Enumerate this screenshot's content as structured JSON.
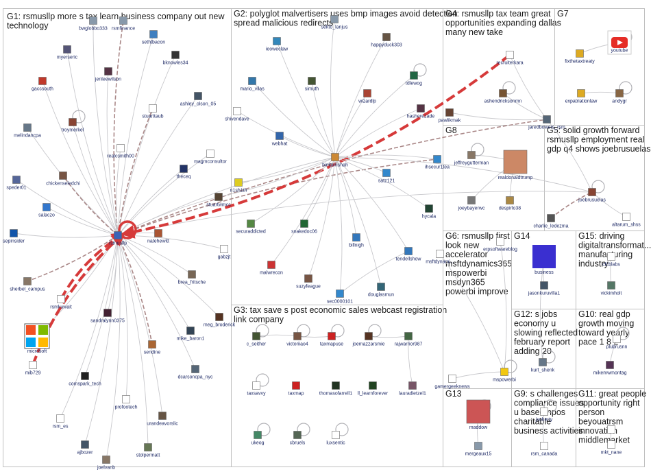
{
  "groups": [
    {
      "id": "G1",
      "title": [
        "G1: rsmusllp more s tax learn business company out new",
        "technology"
      ]
    },
    {
      "id": "G2",
      "title": [
        "G2: polyglot malvertisers uses bmp images avoid detection",
        "spread malicious redirects"
      ]
    },
    {
      "id": "G3",
      "title": [
        "G3: tax save s post economic sales webcast registration",
        "link company"
      ]
    },
    {
      "id": "G4",
      "title": [
        "G4: rsmusllp tax team great",
        "opportunities expanding dallas",
        "many new take"
      ]
    },
    {
      "id": "G5",
      "title": [
        "G5: solid growth forward",
        "rsmusllp employment real",
        "gdp q4 shows joebrusuelas"
      ]
    },
    {
      "id": "G6",
      "title": [
        "G6: rsmusllp first",
        "look new",
        "accelerator",
        "msftdynamics365",
        "mspowerbi",
        "msdyn365",
        "powerbi improve"
      ]
    },
    {
      "id": "G7",
      "title": [
        "G7"
      ]
    },
    {
      "id": "G8",
      "title": [
        "G8"
      ]
    },
    {
      "id": "G9",
      "title": [
        "G9: s challenges",
        "compliance issues",
        "u based npos",
        "charitable",
        "business activities"
      ]
    },
    {
      "id": "G10",
      "title": [
        "G10: real gdp",
        "growth moving",
        "toward yearly",
        "pace 1 8 2"
      ]
    },
    {
      "id": "G11",
      "title": [
        "G11: great people",
        "opportunity right",
        "person",
        "beyouatrsm",
        "innovation",
        "middlemarket"
      ]
    },
    {
      "id": "G12",
      "title": [
        "G12: s jobs",
        "economy u",
        "slowing reflected",
        "february report",
        "adding 20"
      ]
    },
    {
      "id": "G13",
      "title": [
        "G13"
      ]
    },
    {
      "id": "G14",
      "title": [
        "G14"
      ]
    },
    {
      "id": "G15",
      "title": [
        "G15: driving",
        "digitaltransformat...",
        "manufacturing",
        "industry"
      ]
    }
  ],
  "nodes": [
    {
      "id": "rsmusllp",
      "label": "rsmusllp",
      "color": "#3a63b8",
      "hub": true
    },
    {
      "id": "bwglobbo333",
      "label": "bwglobbo333",
      "color": "#8899aa"
    },
    {
      "id": "rsmfinance",
      "label": "rsmfinance",
      "color": "#8899aa"
    },
    {
      "id": "sethtbacon",
      "label": "sethtbacon",
      "color": "#3f7fbf"
    },
    {
      "id": "myerseric",
      "label": "myerseric",
      "color": "#555577"
    },
    {
      "id": "bknowles34",
      "label": "bknowles34",
      "color": "#333333"
    },
    {
      "id": "jenleewilson",
      "label": "jenleewilson",
      "color": "#553344"
    },
    {
      "id": "gaccsouth",
      "label": "gaccsouth",
      "color": "#c0392b"
    },
    {
      "id": "stuarttaub",
      "label": "stuarttaub",
      "color": "#ffffff"
    },
    {
      "id": "ashley_olson_05",
      "label": "ashley_olson_05",
      "color": "#445566"
    },
    {
      "id": "troymerkel",
      "label": "troymerkel",
      "color": "#884433"
    },
    {
      "id": "melindancpa",
      "label": "melindancpa",
      "color": "#667788"
    },
    {
      "id": "realcsmith00",
      "label": "realcsmith00",
      "color": "#ffffff"
    },
    {
      "id": "magmconsultor",
      "label": "magmconsultor",
      "color": "#ffffff"
    },
    {
      "id": "theceq",
      "label": "theceq",
      "color": "#223366"
    },
    {
      "id": "chickenseledchi",
      "label": "chickenseledchi",
      "color": "#775544"
    },
    {
      "id": "speder01",
      "label": "speder01",
      "color": "#556699"
    },
    {
      "id": "salaczo",
      "label": "salaczo",
      "color": "#3377cc"
    },
    {
      "id": "stuartwmcc",
      "label": "stuartwmcc",
      "color": "#554433"
    },
    {
      "id": "sepinsider",
      "label": "sepinsider",
      "color": "#1155aa"
    },
    {
      "id": "natehewitt",
      "label": "natehewitt",
      "color": "#aa5533"
    },
    {
      "id": "gabzjt",
      "label": "gabzjt",
      "color": "#ffffff"
    },
    {
      "id": "brea_fritsche",
      "label": "brea_fritsche",
      "color": "#776655"
    },
    {
      "id": "sherbel_campus",
      "label": "sherbel_campus",
      "color": "#887766"
    },
    {
      "id": "rsmkuwait",
      "label": "rsmkuwait",
      "color": "#ffffff"
    },
    {
      "id": "sandralynn0375",
      "label": "sandralynn0375",
      "color": "#442233"
    },
    {
      "id": "meg_broderick",
      "label": "meg_broderick",
      "color": "#553322"
    },
    {
      "id": "mike_baron1",
      "label": "mike_baron1",
      "color": "#334455"
    },
    {
      "id": "microsoft",
      "label": "microsoft",
      "color": "#ffffff",
      "logo": "microsoft"
    },
    {
      "id": "sendine",
      "label": "sendine",
      "color": "#aa6633"
    },
    {
      "id": "mib729",
      "label": "mib729",
      "color": "#ffffff"
    },
    {
      "id": "comspark_tech",
      "label": "comspark_tech",
      "color": "#222222"
    },
    {
      "id": "dcarsoncpa_nyc",
      "label": "dcarsoncpa_nyc",
      "color": "#556677"
    },
    {
      "id": "profootech",
      "label": "profootech",
      "color": "#ffffff"
    },
    {
      "id": "urandeavorslic",
      "label": "urandeavorslic",
      "color": "#665544"
    },
    {
      "id": "rsm_es",
      "label": "rsm_es",
      "color": "#ffffff"
    },
    {
      "id": "ajbozer",
      "label": "ajbozer",
      "color": "#445566"
    },
    {
      "id": "stolpermatt",
      "label": "stolpermatt",
      "color": "#667755"
    },
    {
      "id": "joelvanb",
      "label": "joelvanb",
      "color": "#887766"
    },
    {
      "id": "sekto_lanjus",
      "label": "sekto_lanjus",
      "color": "#8899aa"
    },
    {
      "id": "ieoweclaw",
      "label": "ieoweclaw",
      "color": "#3388bb"
    },
    {
      "id": "happyduck303",
      "label": "happyduck303",
      "color": "#665544"
    },
    {
      "id": "mario_vilas",
      "label": "mario_vilas",
      "color": "#3377aa"
    },
    {
      "id": "simuth",
      "label": "simuth",
      "color": "#445533"
    },
    {
      "id": "tdlewog",
      "label": "tdlewog",
      "color": "#226644"
    },
    {
      "id": "wizardlp",
      "label": "wizardlp",
      "color": "#aa4433"
    },
    {
      "id": "hasherezade",
      "label": "hasherezade",
      "color": "#553344"
    },
    {
      "id": "shivendave",
      "label": "shivendave",
      "color": "#ffffff"
    },
    {
      "id": "webhat",
      "label": "webhat",
      "color": "#3366aa"
    },
    {
      "id": "binitamshah",
      "label": "binitamshah",
      "color": "#cc8833"
    },
    {
      "id": "satz121",
      "label": "satz121",
      "color": "#3388cc"
    },
    {
      "id": "n1sh1th",
      "label": "n1sh1th",
      "color": "#ddcc22"
    },
    {
      "id": "securaddicted",
      "label": "securaddicted",
      "color": "#558844"
    },
    {
      "id": "snakedoc06",
      "label": "snakedoc06",
      "color": "#226633"
    },
    {
      "id": "hycala",
      "label": "hycala",
      "color": "#224433"
    },
    {
      "id": "billnigh",
      "label": "billnigh",
      "color": "#3377bb"
    },
    {
      "id": "tendellshow",
      "label": "tendellshow",
      "color": "#3377bb"
    },
    {
      "id": "malwrecon",
      "label": "malwrecon",
      "color": "#cc3333"
    },
    {
      "id": "suzyfeague",
      "label": "suzyfeague",
      "color": "#775544"
    },
    {
      "id": "douglasmun",
      "label": "douglasmun",
      "color": "#336677"
    },
    {
      "id": "sec0000101",
      "label": "sec0000101",
      "color": "#3388cc"
    },
    {
      "id": "recruiterkara",
      "label": "recruiterkara",
      "color": "#ffffff"
    },
    {
      "id": "ashendricksonmn",
      "label": "ashendricksonmn",
      "color": "#775533"
    },
    {
      "id": "pawlikmak",
      "label": "pawlikmak",
      "color": "#664433"
    },
    {
      "id": "jaredbowers_rsm",
      "label": "jaredbowers_rsm",
      "color": "#556677"
    },
    {
      "id": "fixthetaxtreaty",
      "label": "fixthetaxtreaty",
      "color": "#ddaa22"
    },
    {
      "id": "youtube",
      "label": "youtube",
      "color": "#ffffff",
      "logo": "youtube"
    },
    {
      "id": "expatriationlaw",
      "label": "expatriationlaw",
      "color": "#ddaa22"
    },
    {
      "id": "andygr",
      "label": "andygr",
      "color": "#886644"
    },
    {
      "id": "jeffreygutterman",
      "label": "jeffreygutterman",
      "color": "#887766"
    },
    {
      "id": "realdonaldtrump",
      "label": "realdonaldtrump",
      "color": "#cc8866",
      "big": true
    },
    {
      "id": "ihsecur1tea",
      "label": "ihsecur1tea",
      "color": "#3388cc"
    },
    {
      "id": "joeybayerwc",
      "label": "joeybayerwc",
      "color": "#777777"
    },
    {
      "id": "despirlo38",
      "label": "despirlo38",
      "color": "#aa8844"
    },
    {
      "id": "joebrusuelas",
      "label": "joebrusuelas",
      "color": "#884433"
    },
    {
      "id": "charlie_ledezma",
      "label": "charlie_ledezma",
      "color": "#555555"
    },
    {
      "id": "altarum_shss",
      "label": "altarum_shss",
      "color": "#ffffff"
    },
    {
      "id": "erpsoftwareblog",
      "label": "erpsoftwareblog",
      "color": "#ffffff"
    },
    {
      "id": "msftdynamics",
      "label": "msftdynami...",
      "color": "#ffffff"
    },
    {
      "id": "business",
      "label": "business",
      "color": "#3a2fd0",
      "logo": "bloomberg",
      "big": true
    },
    {
      "id": "jasonkuruvilla1",
      "label": "jasonkuruvilla1",
      "color": "#445566"
    },
    {
      "id": "cfcblabs",
      "label": "cfcblabs",
      "color": "#ffffff"
    },
    {
      "id": "vickimholt",
      "label": "vickimholt",
      "color": "#557766"
    },
    {
      "id": "c_seither",
      "label": "c_seither",
      "color": "#445533"
    },
    {
      "id": "victoriiao4",
      "label": "victoriiao4",
      "color": "#775544"
    },
    {
      "id": "taxmapuse",
      "label": "taxmapuse",
      "color": "#cc2222"
    },
    {
      "id": "joemazzarsmie",
      "label": "joemazzarsmie",
      "color": "#553322"
    },
    {
      "id": "rajwarrior987",
      "label": "rajwarrior987",
      "color": "#446644"
    },
    {
      "id": "taxsavvy",
      "label": "taxsavvy",
      "color": "#ffffff"
    },
    {
      "id": "taxmap",
      "label": "taxmap",
      "color": "#cc2222"
    },
    {
      "id": "thomasofarrell1",
      "label": "thomasofarrell1",
      "color": "#223322"
    },
    {
      "id": "ll_learnforever",
      "label": "ll_learnforever",
      "color": "#224422"
    },
    {
      "id": "lauradietzel1",
      "label": "lauradietzel1",
      "color": "#775566"
    },
    {
      "id": "ukeog",
      "label": "ukeog",
      "color": "#448866"
    },
    {
      "id": "cbruels",
      "label": "cbruels",
      "color": "#556655"
    },
    {
      "id": "luxsentic",
      "label": "luxsentic",
      "color": "#ffffff"
    },
    {
      "id": "gamergeeknews",
      "label": "gamergeeknews",
      "color": "#ffffff"
    },
    {
      "id": "mspowerbi",
      "label": "mspowerbi",
      "color": "#f2c811"
    },
    {
      "id": "kurt_shenk",
      "label": "kurt_shenk",
      "color": "#667788"
    },
    {
      "id": "maddow",
      "label": "maddow",
      "color": "#cc5555",
      "big": true
    },
    {
      "id": "mergeaux15",
      "label": "mergeaux15",
      "color": "#8899aa"
    },
    {
      "id": "jsoherty",
      "label": "jsoherty",
      "color": "#ffffff"
    },
    {
      "id": "rsm_canada",
      "label": "rsm_canada",
      "color": "#ffffff"
    },
    {
      "id": "plubrusnn",
      "label": "plubrusnn",
      "color": "#ffffff"
    },
    {
      "id": "mikemwmontag",
      "label": "mikemwmontag",
      "color": "#553355"
    },
    {
      "id": "beyouatrsm_node",
      "label": "",
      "color": "#ffffff"
    },
    {
      "id": "mkt_nane",
      "label": "mkt_nane",
      "color": "#ffffff"
    }
  ],
  "edges": [
    {
      "from": "rsmusllp",
      "to": "bwglobbo333"
    },
    {
      "from": "rsmusllp",
      "to": "rsmfinance",
      "dashed": true
    },
    {
      "from": "rsmusllp",
      "to": "sethtbacon"
    },
    {
      "from": "rsmusllp",
      "to": "myerseric"
    },
    {
      "from": "rsmusllp",
      "to": "bknowles34"
    },
    {
      "from": "rsmusllp",
      "to": "jenleewilson"
    },
    {
      "from": "rsmusllp",
      "to": "gaccsouth"
    },
    {
      "from": "rsmusllp",
      "to": "stuarttaub",
      "dashed": true
    },
    {
      "from": "rsmusllp",
      "to": "ashley_olson_05"
    },
    {
      "from": "rsmusllp",
      "to": "troymerkel"
    },
    {
      "from": "rsmusllp",
      "to": "melindancpa"
    },
    {
      "from": "rsmusllp",
      "to": "realcsmith00"
    },
    {
      "from": "rsmusllp",
      "to": "magmconsultor"
    },
    {
      "from": "rsmusllp",
      "to": "theceq"
    },
    {
      "from": "rsmusllp",
      "to": "chickenseledchi",
      "dashed": true
    },
    {
      "from": "rsmusllp",
      "to": "speder01"
    },
    {
      "from": "rsmusllp",
      "to": "salaczo"
    },
    {
      "from": "rsmusllp",
      "to": "stuartwmcc"
    },
    {
      "from": "rsmusllp",
      "to": "sepinsider"
    },
    {
      "from": "rsmusllp",
      "to": "natehewitt"
    },
    {
      "from": "rsmusllp",
      "to": "gabzjt"
    },
    {
      "from": "rsmusllp",
      "to": "brea_fritsche"
    },
    {
      "from": "rsmusllp",
      "to": "sherbel_campus",
      "dashed": true
    },
    {
      "from": "rsmusllp",
      "to": "rsmkuwait"
    },
    {
      "from": "rsmusllp",
      "to": "sandralynn0375"
    },
    {
      "from": "rsmusllp",
      "to": "meg_broderick"
    },
    {
      "from": "rsmusllp",
      "to": "mike_baron1"
    },
    {
      "from": "rsmusllp",
      "to": "sendine",
      "dashed": true
    },
    {
      "from": "rsmusllp",
      "to": "comspark_tech"
    },
    {
      "from": "rsmusllp",
      "to": "dcarsoncpa_nyc"
    },
    {
      "from": "rsmusllp",
      "to": "profootech"
    },
    {
      "from": "rsmusllp",
      "to": "urandeavorslic"
    },
    {
      "from": "rsmusllp",
      "to": "rsm_es"
    },
    {
      "from": "rsmusllp",
      "to": "ajbozer"
    },
    {
      "from": "rsmusllp",
      "to": "stolpermatt"
    },
    {
      "from": "rsmusllp",
      "to": "joelvanb"
    },
    {
      "from": "rsmusllp",
      "to": "microsoft"
    },
    {
      "from": "rsmusllp",
      "to": "binitamshah"
    },
    {
      "from": "rsmusllp",
      "to": "joebrusuelas"
    },
    {
      "from": "rsmusllp",
      "to": "ihsecur1tea",
      "dashed": true
    },
    {
      "from": "rsmusllp",
      "to": "jaredbowers_rsm",
      "dashed": true
    },
    {
      "from": "mib729",
      "to": "rsmusllp",
      "heavy": true,
      "dashed": true
    },
    {
      "from": "rsmkuwait",
      "to": "rsmusllp",
      "heavy": true,
      "dashed": true
    },
    {
      "from": "recruiterkara",
      "to": "rsmusllp",
      "heavy": true,
      "dashed": true
    },
    {
      "from": "binitamshah",
      "to": "sekto_lanjus"
    },
    {
      "from": "binitamshah",
      "to": "ieoweclaw"
    },
    {
      "from": "binitamshah",
      "to": "happyduck303"
    },
    {
      "from": "binitamshah",
      "to": "mario_vilas"
    },
    {
      "from": "binitamshah",
      "to": "simuth"
    },
    {
      "from": "binitamshah",
      "to": "tdlewog"
    },
    {
      "from": "binitamshah",
      "to": "wizardlp"
    },
    {
      "from": "binitamshah",
      "to": "hasherezade"
    },
    {
      "from": "binitamshah",
      "to": "shivendave"
    },
    {
      "from": "binitamshah",
      "to": "webhat"
    },
    {
      "from": "binitamshah",
      "to": "satz121"
    },
    {
      "from": "binitamshah",
      "to": "n1sh1th"
    },
    {
      "from": "binitamshah",
      "to": "securaddicted"
    },
    {
      "from": "binitamshah",
      "to": "snakedoc06"
    },
    {
      "from": "binitamshah",
      "to": "hycala"
    },
    {
      "from": "binitamshah",
      "to": "billnigh"
    },
    {
      "from": "binitamshah",
      "to": "tendellshow"
    },
    {
      "from": "binitamshah",
      "to": "malwrecon"
    },
    {
      "from": "binitamshah",
      "to": "suzyfeague"
    },
    {
      "from": "binitamshah",
      "to": "douglasmun"
    },
    {
      "from": "binitamshah",
      "to": "sec0000101"
    },
    {
      "from": "binitamshah",
      "to": "stuartwmcc"
    },
    {
      "from": "jaredbowers_rsm",
      "to": "ashendricksonmn"
    },
    {
      "from": "jaredbowers_rsm",
      "to": "pawlikmak"
    },
    {
      "from": "jaredbowers_rsm",
      "to": "recruiterkara"
    },
    {
      "from": "fixthetaxtreaty",
      "to": "youtube"
    },
    {
      "from": "expatriationlaw",
      "to": "andygr"
    },
    {
      "from": "jeffreygutterman",
      "to": "realdonaldtrump"
    },
    {
      "from": "joeybayerwc",
      "to": "realdonaldtrump"
    },
    {
      "from": "despirlo38",
      "to": "realdonaldtrump"
    },
    {
      "from": "charlie_ledezma",
      "to": "joebrusuelas",
      "dashed": true
    },
    {
      "from": "altarum_shss",
      "to": "joebrusuelas"
    },
    {
      "from": "erpsoftwareblog",
      "to": "mspowerbi"
    },
    {
      "from": "msftdynamics",
      "to": "mspowerbi"
    },
    {
      "from": "gamergeeknews",
      "to": "mspowerbi"
    },
    {
      "from": "jasonkuruvilla1",
      "to": "business"
    },
    {
      "from": "vickimholt",
      "to": "cfcblabs"
    },
    {
      "from": "kurt_shenk",
      "to": "business"
    },
    {
      "from": "mergeaux15",
      "to": "maddow"
    },
    {
      "from": "rsm_canada",
      "to": "jsoherty"
    },
    {
      "from": "mikemwmontag",
      "to": "plubrusnn"
    },
    {
      "from": "mkt_nane",
      "to": "beyouatrsm_node"
    },
    {
      "from": "c_seither",
      "to": "victoriiao4"
    },
    {
      "from": "taxmapuse",
      "to": "victoriiao4"
    },
    {
      "from": "rajwarrior987",
      "to": "joemazzarsmie"
    },
    {
      "from": "lauradietzel1",
      "to": "rajwarrior987"
    },
    {
      "from": "jaredbowers_rsm",
      "to": "joebrusuelas"
    },
    {
      "from": "binitamshah",
      "to": "joebrusuelas"
    },
    {
      "from": "binitamshah",
      "to": "ihsecur1tea"
    },
    {
      "from": "sec0000101",
      "to": "tendellshow"
    }
  ],
  "self_loops": [
    "troymerkel",
    "ashendricksonmn",
    "joebrusuelas",
    "c_seither",
    "taxmapuse",
    "joemazzarsmie",
    "youtube",
    "andygr",
    "jeffreygutterman",
    "mspowerbi",
    "kurt_shenk",
    "jsoherty",
    "plubrusnn",
    "cbruels",
    "luxsentic",
    "taxsavvy",
    "ukeog",
    "maddow",
    "victoriiao4",
    "tdlewog"
  ],
  "colors": {
    "edge": "#c8c8cc",
    "edge_red": "#cc3333",
    "edge_dashed": "#aa8888",
    "frame": "#bfbfbf",
    "label": "#1e2a66"
  }
}
